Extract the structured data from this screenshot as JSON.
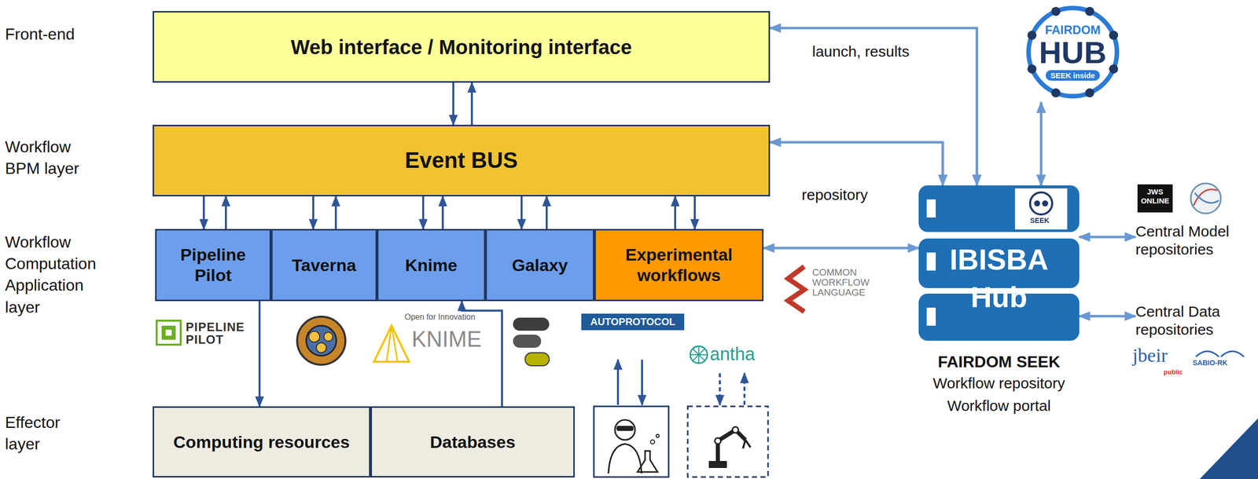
{
  "diagram": {
    "nodes": [
      {
        "text": [
          "Web interface / Monitoring interface"
        ]
      },
      {
        "text": [
          "Event BUS"
        ]
      },
      {
        "text": [
          "Pipeline Pilot"
        ]
      },
      {
        "text": [
          "Taverna"
        ]
      },
      {
        "text": [
          "Knime"
        ]
      },
      {
        "text": [
          "Galaxy"
        ]
      },
      {
        "text": [
          "Experimental workflows"
        ]
      },
      {
        "text": [
          "Computing resources"
        ]
      },
      {
        "text": [
          "Databases"
        ]
      },
      {
        "text": [
          "FAIRDOM",
          "HUB",
          "SEEK inside"
        ]
      },
      {
        "text": [
          "IBISBA Hub",
          "FAIRDOM SEEK",
          "Workflow repository Workflow portal"
        ]
      },
      {
        "text": [
          "Central Model repositories"
        ]
      },
      {
        "text": [
          "Central Data repositories"
        ]
      }
    ],
    "edges": [
      {
        "from": 0,
        "to": 1,
        "arrow": "to"
      },
      {
        "from": 1,
        "to": 0,
        "arrow": "to"
      },
      {
        "from": 1,
        "to": 2,
        "arrow": "to"
      },
      {
        "from": 2,
        "to": 1,
        "arrow": "to"
      },
      {
        "from": 1,
        "to": 3,
        "arrow": "to"
      },
      {
        "from": 3,
        "to": 1,
        "arrow": "to"
      },
      {
        "from": 1,
        "to": 4,
        "arrow": "to"
      },
      {
        "from": 4,
        "to": 1,
        "arrow": "to"
      },
      {
        "from": 1,
        "to": 5,
        "arrow": "to"
      },
      {
        "from": 5,
        "to": 1,
        "arrow": "to"
      },
      {
        "from": 6,
        "to": 1,
        "arrow": "to"
      },
      {
        "from": 1,
        "to": 6,
        "arrow": "to"
      },
      {
        "from": 2,
        "to": 7,
        "arrow": "to"
      },
      {
        "from": 8,
        "to": 4,
        "arrow": "to"
      },
      {
        "from": 0,
        "to": 10,
        "arrow": "both",
        "label": "launch, results"
      },
      {
        "from": 1,
        "to": 10,
        "arrow": "both"
      },
      {
        "from": 6,
        "to": 10,
        "arrow": "both"
      },
      {
        "from": 9,
        "to": 10,
        "arrow": "both"
      },
      {
        "from": 10,
        "to": 11,
        "arrow": "both"
      },
      {
        "from": 10,
        "to": 12,
        "arrow": "both"
      }
    ],
    "labels": [
      "Front-end",
      "Workflow BPM layer",
      "Workflow Computation Application layer",
      "Effector layer",
      "repository",
      "PIPELINE PILOT",
      "Open for Innovation",
      "KNIME",
      "AUTOPROTOCOL",
      "antha",
      "COMMON WORKFLOW LANGUAGE",
      "SEEK",
      "JWS ONLINE",
      "jbeir",
      "public",
      "SABIO-RK"
    ]
  }
}
